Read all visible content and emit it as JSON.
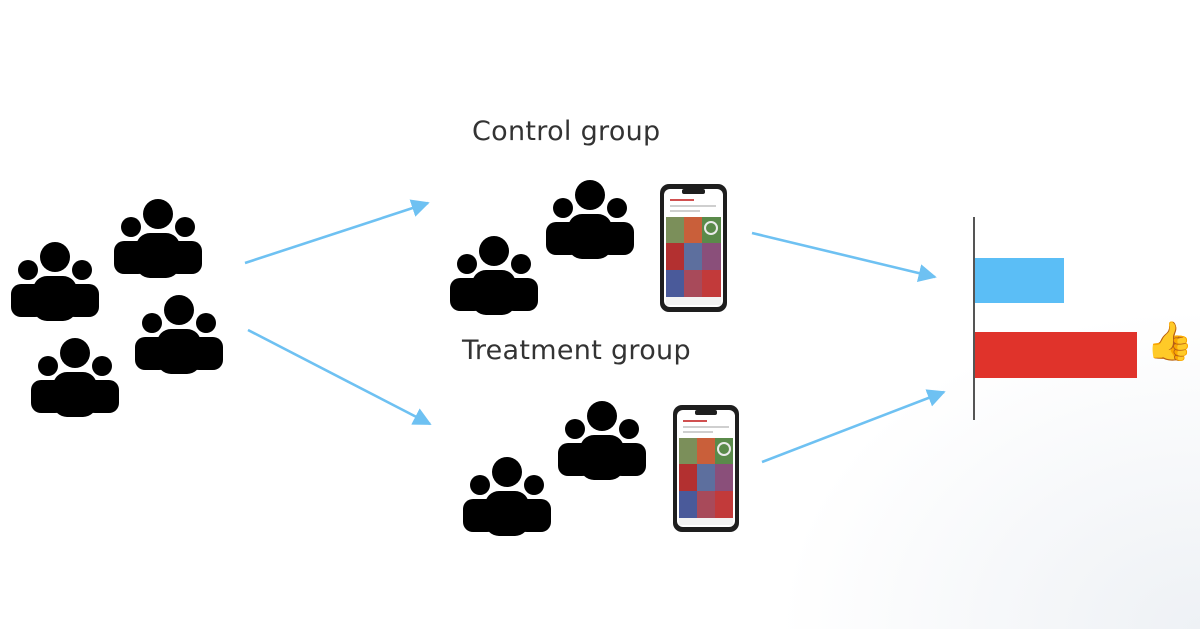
{
  "groups": {
    "control_label": "Control group",
    "treatment_label": "Treatment group"
  },
  "colors": {
    "arrow": "#6ec1f2",
    "control_bar": "#5bbef6",
    "treatment_bar": "#e0332b",
    "people": "#000000"
  },
  "icons": [
    "people-group-icon",
    "smartphone-icon",
    "arrow-icon",
    "thumbs-up-icon"
  ],
  "results": {
    "control_level": 0.55,
    "treatment_level": 1.0
  },
  "thumb_emoji": "👍"
}
